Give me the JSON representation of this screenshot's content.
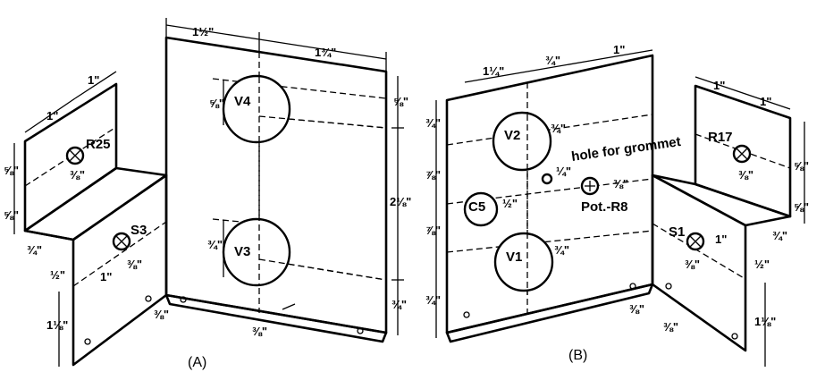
{
  "figure": {
    "captions": {
      "a": "(A)",
      "b": "(B)"
    },
    "panel_a": {
      "components": {
        "v4": "V4",
        "v3": "V3",
        "r25": "R25",
        "s3": "S3"
      },
      "dims": {
        "top_left": "1½\"",
        "top_right": "1¾\"",
        "v4_diam": "⅝\"",
        "right_top": "⅝\"",
        "right_mid": "2⅛\"",
        "right_bot": "¾\"",
        "v3_diam": "¾\"",
        "bottom_flange": "⅜\"",
        "bracket_top_left": "1\"",
        "bracket_top_right": "1\"",
        "bracket_side_1": "⅝\"",
        "bracket_side_2": "⅝\"",
        "bracket_r_offset": "⅜\"",
        "bracket_step": "¾\"",
        "bracket_half": "½\"",
        "bracket_s_1": "1\"",
        "bracket_s_2": "⅜\"",
        "bracket_low": "1⅛\"",
        "bracket_flange": "⅜\""
      }
    },
    "panel_b": {
      "components": {
        "v2": "V2",
        "v1": "V1",
        "c5": "C5",
        "pot": "Pot.-R8",
        "r17": "R17",
        "s1": "S1"
      },
      "notes": {
        "grommet": "hole for grommet"
      },
      "dims": {
        "top_1": "1¼\"",
        "top_2": "¾\"",
        "top_3": "1\"",
        "left_1": "¾\"",
        "left_2": "⅞\"",
        "left_3": "⅞\"",
        "left_4": "¾\"",
        "v2_diam": "¾\"",
        "grommet_dim": "¼\"",
        "pot_dim": "⅜\"",
        "c5_diam": "½\"",
        "v1_diam": "¾\"",
        "bottom_flange": "⅜\"",
        "bracket_top_left": "1\"",
        "bracket_top_right": "1\"",
        "bracket_side_1": "⅝\"",
        "bracket_side_2": "⅝\"",
        "bracket_r_offset": "⅜\"",
        "bracket_step": "¾\"",
        "bracket_s_1": "1\"",
        "bracket_s_2": "⅜\"",
        "bracket_half": "½\"",
        "bracket_low": "1⅛\"",
        "bracket_flange": "⅜\""
      }
    }
  }
}
